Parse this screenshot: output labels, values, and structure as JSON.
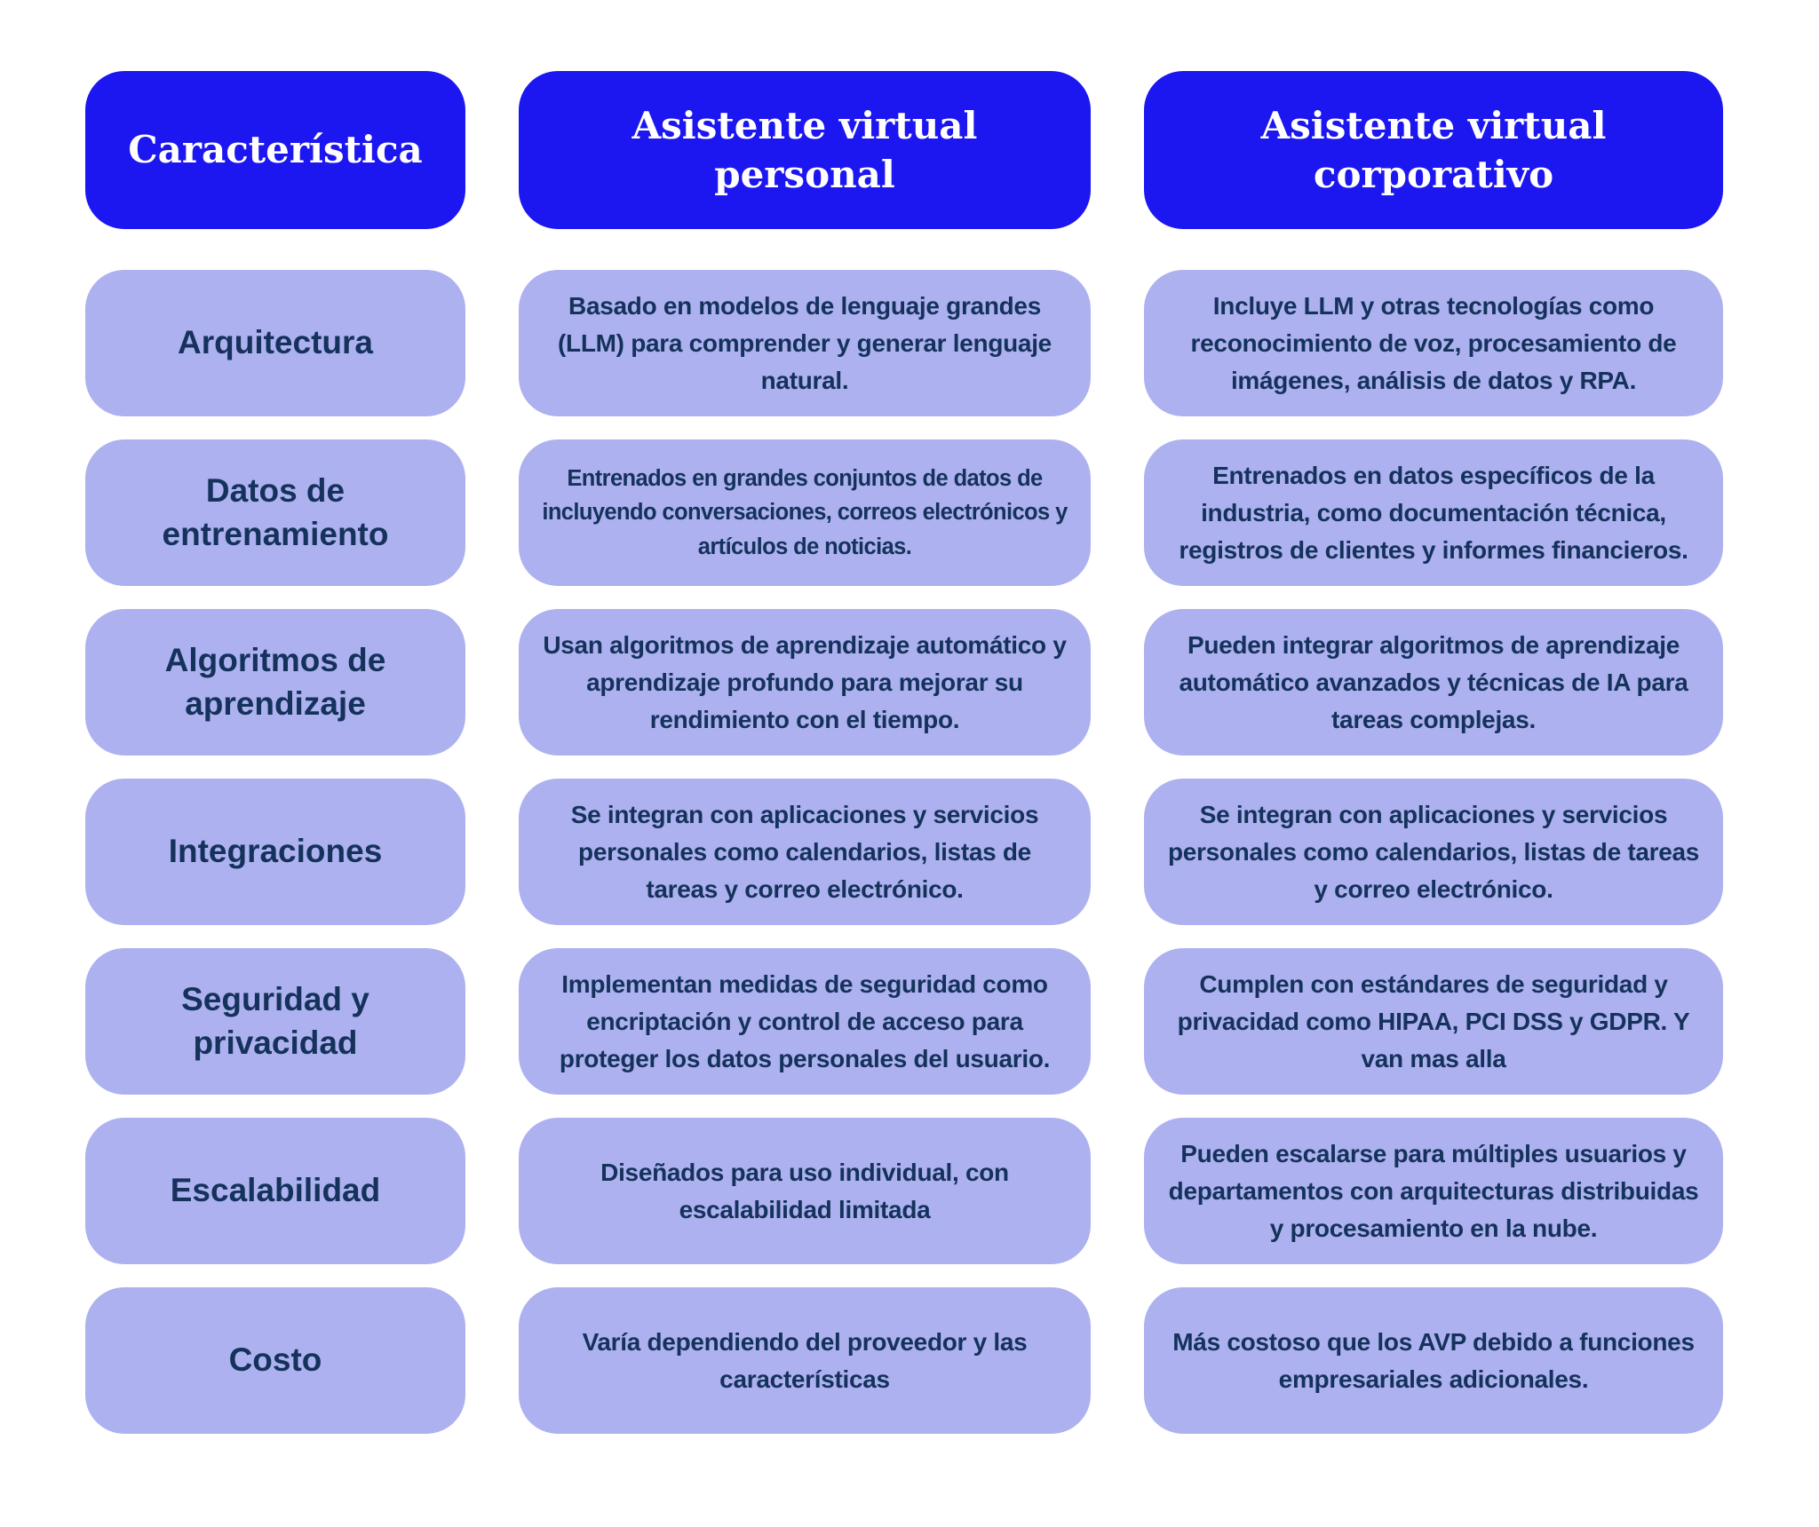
{
  "colors": {
    "header_background": "#1c16f0",
    "header_text": "#ffffff",
    "cell_background": "#adb1ef",
    "cell_text": "#14325b",
    "page_background": "#ffffff"
  },
  "table": {
    "columns": [
      {
        "header": "Característica"
      },
      {
        "header": "Asistente virtual personal"
      },
      {
        "header": "Asistente virtual corporativo"
      }
    ],
    "rows": [
      {
        "feature": "Arquitectura",
        "personal": "Basado en modelos de lenguaje grandes (LLM) para comprender y generar lenguaje natural.",
        "corporate": "Incluye LLM y otras tecnologías como reconocimiento de voz, procesamiento de imágenes, análisis de datos y RPA."
      },
      {
        "feature": "Datos de entrenamiento",
        "personal": "Entrenados en grandes conjuntos de datos de incluyendo conversaciones, correos electrónicos y artículos de noticias.",
        "corporate": "Entrenados en datos específicos de la industria, como documentación técnica, registros de clientes y informes financieros."
      },
      {
        "feature": "Algoritmos de aprendizaje",
        "personal": "Usan algoritmos de aprendizaje automático y aprendizaje profundo para mejorar su rendimiento con el tiempo.",
        "corporate": "Pueden integrar algoritmos de aprendizaje automático avanzados y técnicas de IA para tareas complejas."
      },
      {
        "feature": "Integraciones",
        "personal": "Se integran con aplicaciones y servicios personales como calendarios, listas de tareas y correo electrónico.",
        "corporate": "Se integran con aplicaciones y servicios personales como calendarios, listas de tareas y correo electrónico."
      },
      {
        "feature": "Seguridad y privacidad",
        "personal": "Implementan medidas de seguridad como encriptación y control de acceso para proteger los datos personales del usuario.",
        "corporate": "Cumplen con estándares de seguridad y privacidad como HIPAA, PCI DSS y GDPR. Y van mas alla"
      },
      {
        "feature": "Escalabilidad",
        "personal": "Diseñados para uso individual, con escalabilidad limitada",
        "corporate": "Pueden escalarse para múltiples usuarios y departamentos con arquitecturas distribuidas y procesamiento en la nube."
      },
      {
        "feature": "Costo",
        "personal": "Varía dependiendo del proveedor y las características",
        "corporate": "Más costoso que los AVP debido a funciones empresariales adicionales."
      }
    ]
  }
}
